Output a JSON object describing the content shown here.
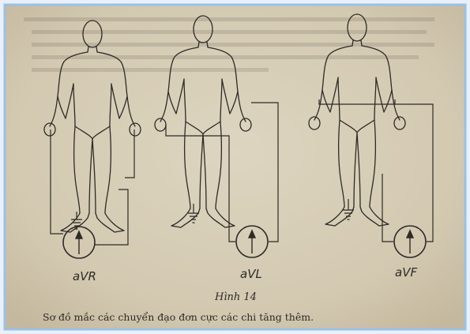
{
  "diagram": {
    "leads": [
      {
        "label": "aVR"
      },
      {
        "label": "aVL"
      },
      {
        "label": "aVF"
      }
    ],
    "figure_title": "Hình 14",
    "caption": "Sơ đồ mắc các chuyển đạo đơn cực các chi tăng thêm."
  },
  "colors": {
    "background": "#e8f1fa",
    "paper": "#d8cfb9",
    "ink": "#2e2a26",
    "frame_border": "#9cc0e3"
  }
}
